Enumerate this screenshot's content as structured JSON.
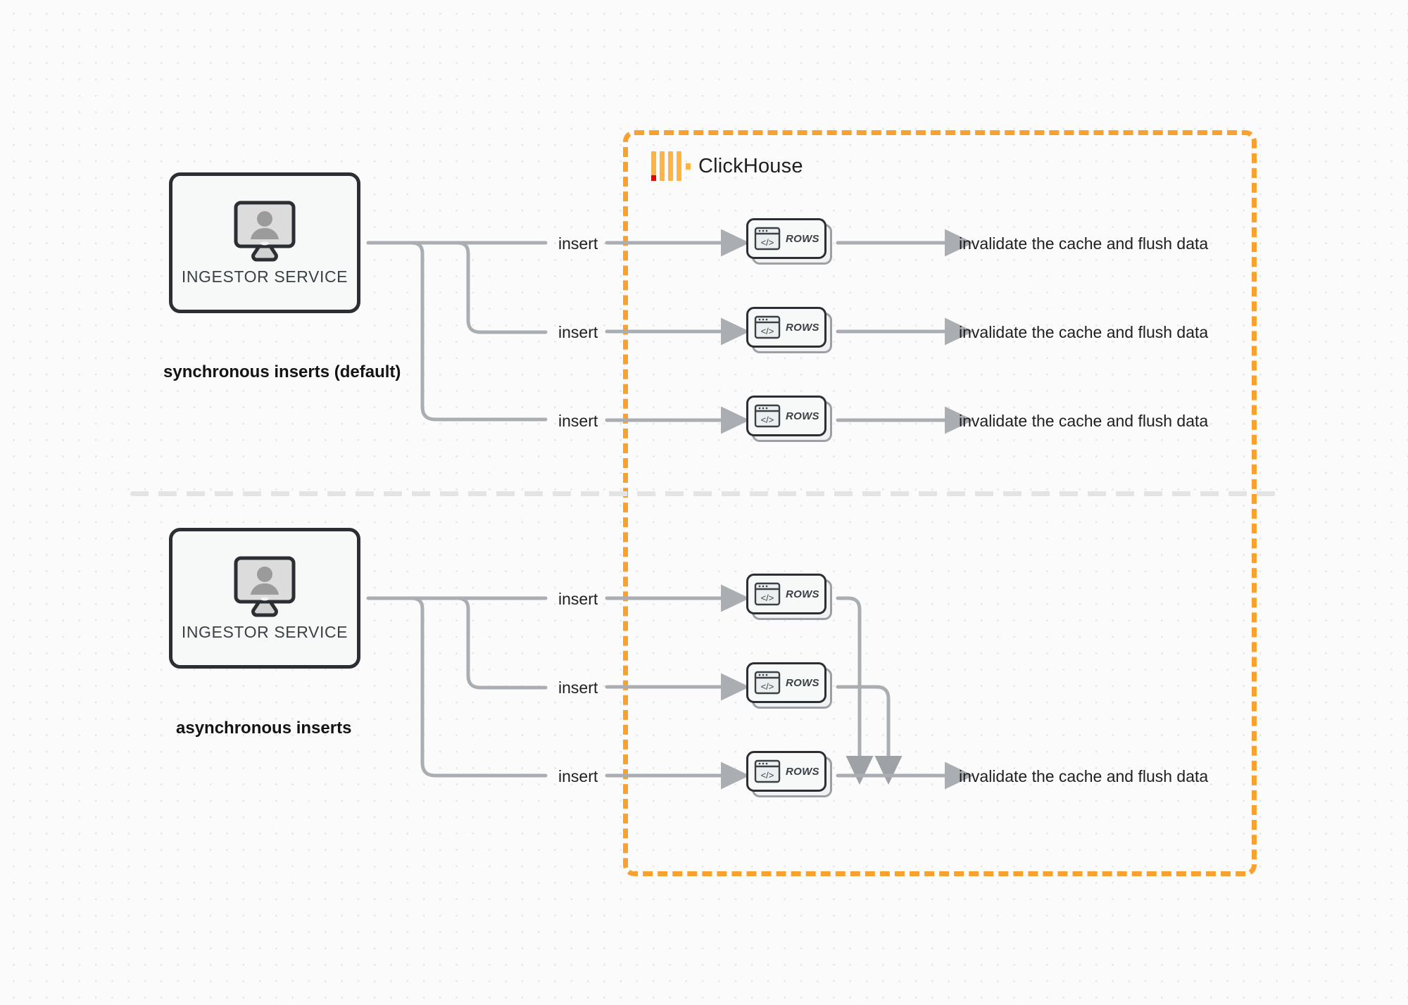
{
  "diagram": {
    "title": "ClickHouse synchronous vs asynchronous inserts",
    "background_color": "#fbfbfb",
    "accent_color": "#f9a12e",
    "line_color": "#aaaeb2"
  },
  "boundary": {
    "name": "ClickHouse",
    "brand_label": "ClickHouse",
    "border_style": "dashed",
    "border_color": "#f9a12e"
  },
  "sections": [
    {
      "id": "synchronous",
      "caption": "synchronous inserts (default)",
      "service_label": "INGESTOR SERVICE",
      "rows": [
        {
          "insert_label": "insert",
          "card_label": "ROWS",
          "result_label": "invalidate the cache and flush data"
        },
        {
          "insert_label": "insert",
          "card_label": "ROWS",
          "result_label": "invalidate the cache and flush data"
        },
        {
          "insert_label": "insert",
          "card_label": "ROWS",
          "result_label": "invalidate the cache and flush data"
        }
      ]
    },
    {
      "id": "asynchronous",
      "caption": "asynchronous inserts",
      "service_label": "INGESTOR SERVICE",
      "rows": [
        {
          "insert_label": "insert",
          "card_label": "ROWS"
        },
        {
          "insert_label": "insert",
          "card_label": "ROWS"
        },
        {
          "insert_label": "insert",
          "card_label": "ROWS"
        }
      ],
      "merged_result_label": "invalidate the cache and flush data"
    }
  ],
  "icons": {
    "service": "monitor-user-icon",
    "card": "code-window-icon",
    "logo": "clickhouse-logo"
  }
}
